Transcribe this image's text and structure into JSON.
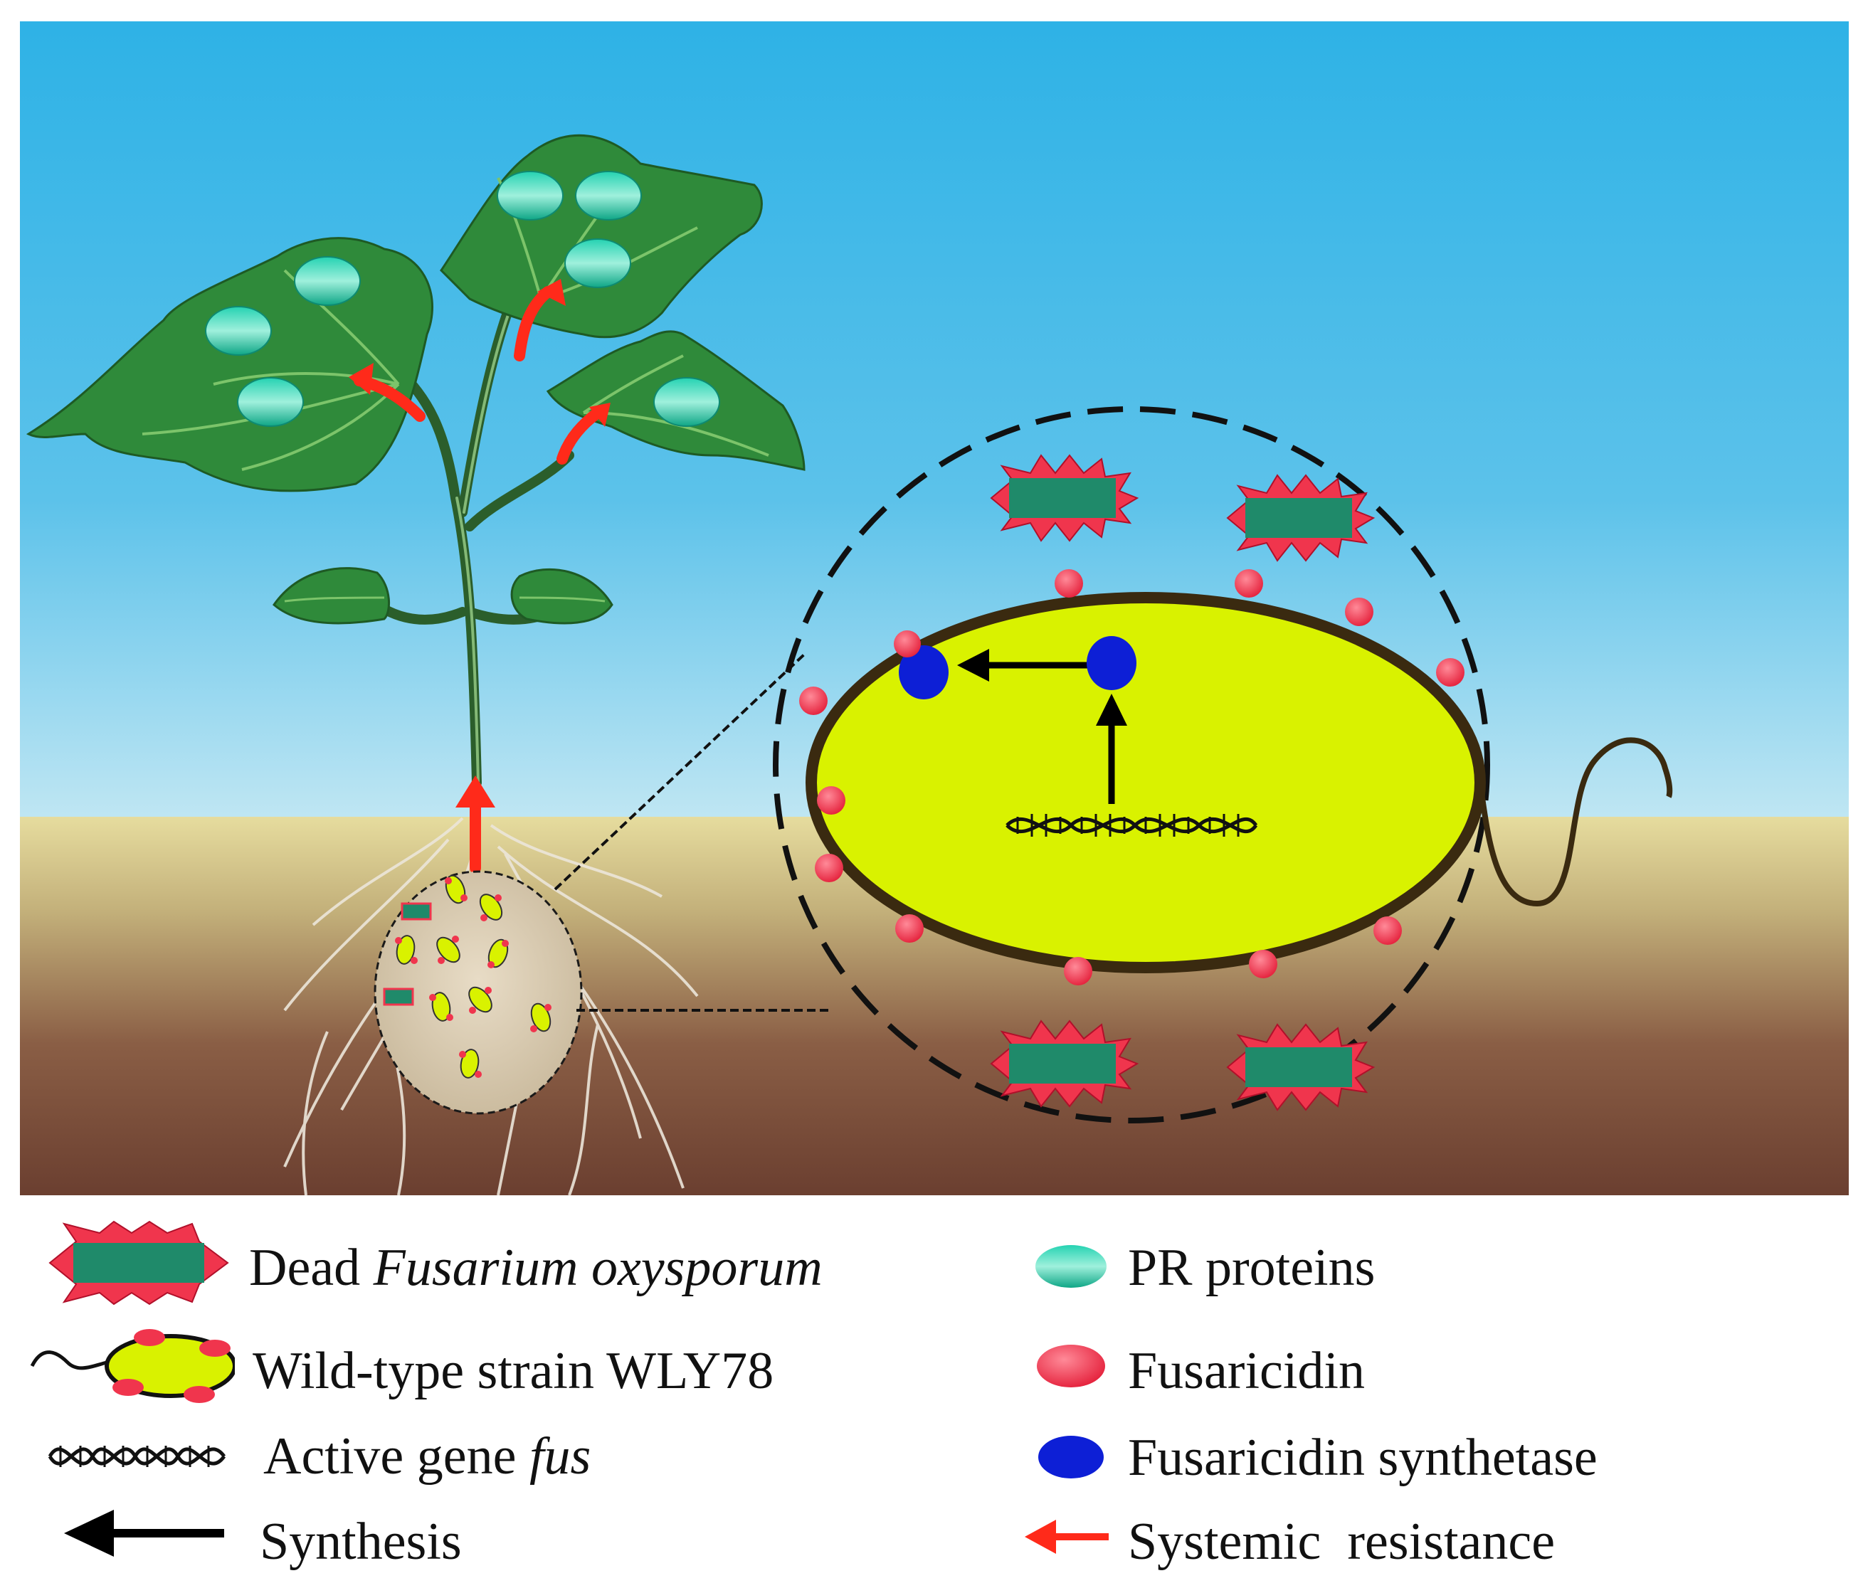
{
  "legend": {
    "dead_fungus": {
      "prefix": "Dead ",
      "italic": "Fusarium oxysporum",
      "icon": "spiky-fungus-icon"
    },
    "wild_type": {
      "label": "Wild-type strain WLY78",
      "icon": "bacterium-icon"
    },
    "gene": {
      "prefix": "Active gene ",
      "italic": "fus",
      "icon": "dna-icon"
    },
    "synthesis": {
      "label": "Synthesis",
      "icon": "black-arrow-icon"
    },
    "pr_proteins": {
      "label": "PR proteins",
      "icon": "teal-ellipse-icon"
    },
    "fusaricidin": {
      "label": "Fusaricidin",
      "icon": "red-ellipse-icon"
    },
    "synthetase": {
      "label": "Fusaricidin synthetase",
      "icon": "blue-ellipse-icon"
    },
    "resistance": {
      "label": "Systemic  resistance",
      "icon": "red-arrow-icon"
    }
  },
  "colors": {
    "sky_top": "#2fb3e6",
    "sky_bottom": "#b8e4f2",
    "soil_top": "#e2d79a",
    "soil_bottom": "#6a3e2f",
    "leaf": "#2f8a3a",
    "pr_protein": "#1fbfa0",
    "fusaricidin": "#f0354d",
    "synthetase": "#0d1fd6",
    "cell": "#d9f200",
    "fungus": "#1f8a6a",
    "resistance_arrow": "#ff2a1a"
  }
}
